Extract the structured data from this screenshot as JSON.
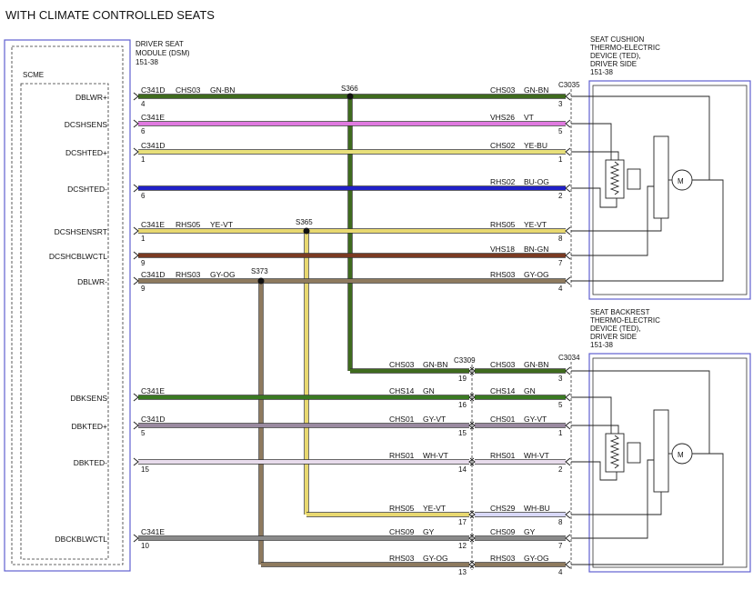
{
  "title": "WITH CLIMATE CONTROLLED SEATS",
  "module": {
    "name": "DRIVER SEAT MODULE (DSM)",
    "lines": [
      "DRIVER SEAT",
      "MODULE (DSM)",
      "151-38"
    ],
    "scme": "SCME"
  },
  "cushion_device": {
    "lines": [
      "SEAT CUSHION",
      "THERMO-ELECTRIC",
      "DEVICE (TED),",
      "DRIVER SIDE",
      "151-38"
    ],
    "connector": "C3035",
    "motor": "M"
  },
  "backrest_device": {
    "lines": [
      "SEAT BACKREST",
      "THERMO-ELECTRIC",
      "DEVICE (TED),",
      "DRIVER SIDE",
      "151-38"
    ],
    "connector": "C3034",
    "motor": "M"
  },
  "inline_connector": "C3309",
  "splices": [
    "S366",
    "S365",
    "S373"
  ],
  "colors": {
    "GN-BN": "#3f6b1e",
    "VT": "#e07ae0",
    "YE-BU": "#e8e07a",
    "BU-OG": "#2020c8",
    "YE-VT": "#e8d870",
    "BN-GN": "#7a3a22",
    "GY-OG": "#8e7a5e",
    "GN": "#3a7a22",
    "GY-VT": "#9a8aa0",
    "WH-VT": "#e8dcec",
    "GY": "#8a8a8a",
    "WH-BU": "#d8d8f8",
    "frame": "#6060d0"
  },
  "top_wires": [
    {
      "signal": "DBLWR+",
      "conn": "C341D",
      "pin": "4",
      "circuit": "CHS03",
      "color_code": "GN-BN",
      "r_circuit": "CHS03",
      "r_color_code": "GN-BN",
      "r_pin": "3",
      "color_key": "GN-BN"
    },
    {
      "signal": "DCSHSENS",
      "conn": "C341E",
      "pin": "6",
      "circuit": "",
      "color_code": "",
      "r_circuit": "VHS26",
      "r_color_code": "VT",
      "r_pin": "5",
      "color_key": "VT"
    },
    {
      "signal": "DCSHTED+",
      "conn": "C341D",
      "pin": "1",
      "circuit": "",
      "color_code": "",
      "r_circuit": "CHS02",
      "r_color_code": "YE-BU",
      "r_pin": "1",
      "color_key": "YE-BU"
    },
    {
      "signal": "DCSHTED-",
      "conn": "",
      "pin": "6",
      "circuit": "",
      "color_code": "",
      "r_circuit": "RHS02",
      "r_color_code": "BU-OG",
      "r_pin": "2",
      "color_key": "BU-OG"
    },
    {
      "signal": "DCSHSENSRT",
      "conn": "C341E",
      "pin": "1",
      "circuit": "RHS05",
      "color_code": "YE-VT",
      "r_circuit": "RHS05",
      "r_color_code": "YE-VT",
      "r_pin": "8",
      "color_key": "YE-VT"
    },
    {
      "signal": "DCSHCBLWCTL",
      "conn": "",
      "pin": "9",
      "circuit": "",
      "color_code": "",
      "r_circuit": "VHS18",
      "r_color_code": "BN-GN",
      "r_pin": "7",
      "color_key": "BN-GN"
    },
    {
      "signal": "DBLWR-",
      "conn": "C341D",
      "pin": "9",
      "circuit": "RHS03",
      "color_code": "GY-OG",
      "r_circuit": "RHS03",
      "r_color_code": "GY-OG",
      "r_pin": "4",
      "color_key": "GY-OG"
    }
  ],
  "bottom_wires": [
    {
      "signal": "",
      "conn": "",
      "pin": "",
      "m_circuit": "CHS03",
      "m_color_code": "GN-BN",
      "m_pin": "19",
      "r_circuit": "CHS03",
      "r_color_code": "GN-BN",
      "r_pin": "3",
      "color_key": "GN-BN"
    },
    {
      "signal": "DBKSENS",
      "conn": "C341E",
      "pin": "",
      "m_circuit": "CHS14",
      "m_color_code": "GN",
      "m_pin": "16",
      "r_circuit": "CHS14",
      "r_color_code": "GN",
      "r_pin": "5",
      "color_key": "GN"
    },
    {
      "signal": "DBKTED+",
      "conn": "C341D",
      "pin": "5",
      "m_circuit": "CHS01",
      "m_color_code": "GY-VT",
      "m_pin": "15",
      "r_circuit": "CHS01",
      "r_color_code": "GY-VT",
      "r_pin": "1",
      "color_key": "GY-VT"
    },
    {
      "signal": "DBKTED-",
      "conn": "",
      "pin": "15",
      "m_circuit": "RHS01",
      "m_color_code": "WH-VT",
      "m_pin": "14",
      "r_circuit": "RHS01",
      "r_color_code": "WH-VT",
      "r_pin": "2",
      "color_key": "WH-VT"
    },
    {
      "signal": "",
      "conn": "",
      "pin": "",
      "m_circuit": "RHS05",
      "m_color_code": "YE-VT",
      "m_pin": "17",
      "r_circuit": "CHS29",
      "r_color_code": "WH-BU",
      "r_pin": "8",
      "color_key": "YE-VT",
      "r_color_key": "WH-BU"
    },
    {
      "signal": "DBCKBLWCTL",
      "conn": "C341E",
      "pin": "10",
      "m_circuit": "CHS09",
      "m_color_code": "GY",
      "m_pin": "12",
      "r_circuit": "CHS09",
      "r_color_code": "GY",
      "r_pin": "7",
      "color_key": "GY"
    },
    {
      "signal": "",
      "conn": "",
      "pin": "",
      "m_circuit": "RHS03",
      "m_color_code": "GY-OG",
      "m_pin": "13",
      "r_circuit": "RHS03",
      "r_color_code": "GY-OG",
      "r_pin": "4",
      "color_key": "GY-OG"
    }
  ]
}
